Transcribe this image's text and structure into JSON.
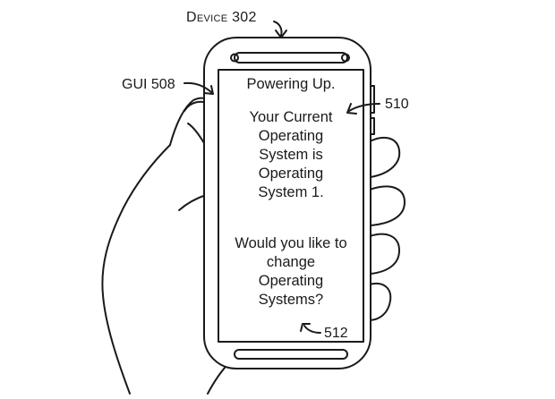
{
  "labels": {
    "device": "Device 302",
    "gui": "GUI 508",
    "ref_510": "510",
    "ref_512": "512"
  },
  "screen": {
    "title": "Powering Up.",
    "status_lines": [
      "Your Current",
      "Operating",
      "System is",
      "Operating",
      "System 1."
    ],
    "prompt_lines": [
      "Would you like to",
      "change",
      "Operating",
      "Systems?"
    ]
  },
  "colors": {
    "ink": "#1a1a1a",
    "paper": "#ffffff"
  }
}
